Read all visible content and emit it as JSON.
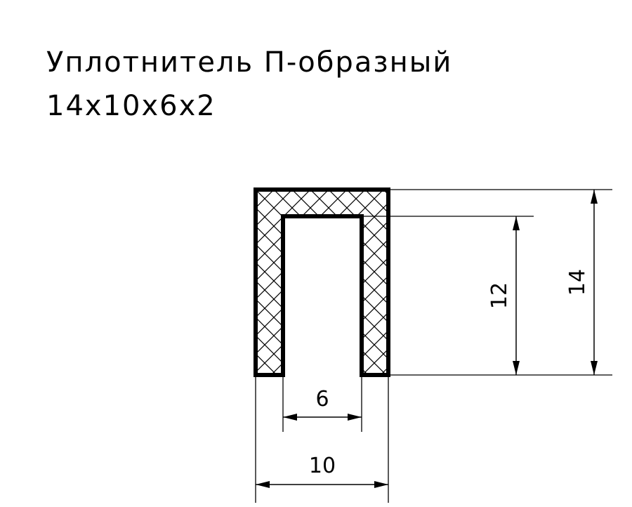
{
  "title": {
    "line1": "Уплотнитель П-образный",
    "line2": "14х10х6х2"
  },
  "dimensions": {
    "outer_height": "14",
    "inner_height": "12",
    "inner_width": "6",
    "outer_width": "10"
  },
  "colors": {
    "ink": "#000000",
    "background": "#ffffff"
  }
}
